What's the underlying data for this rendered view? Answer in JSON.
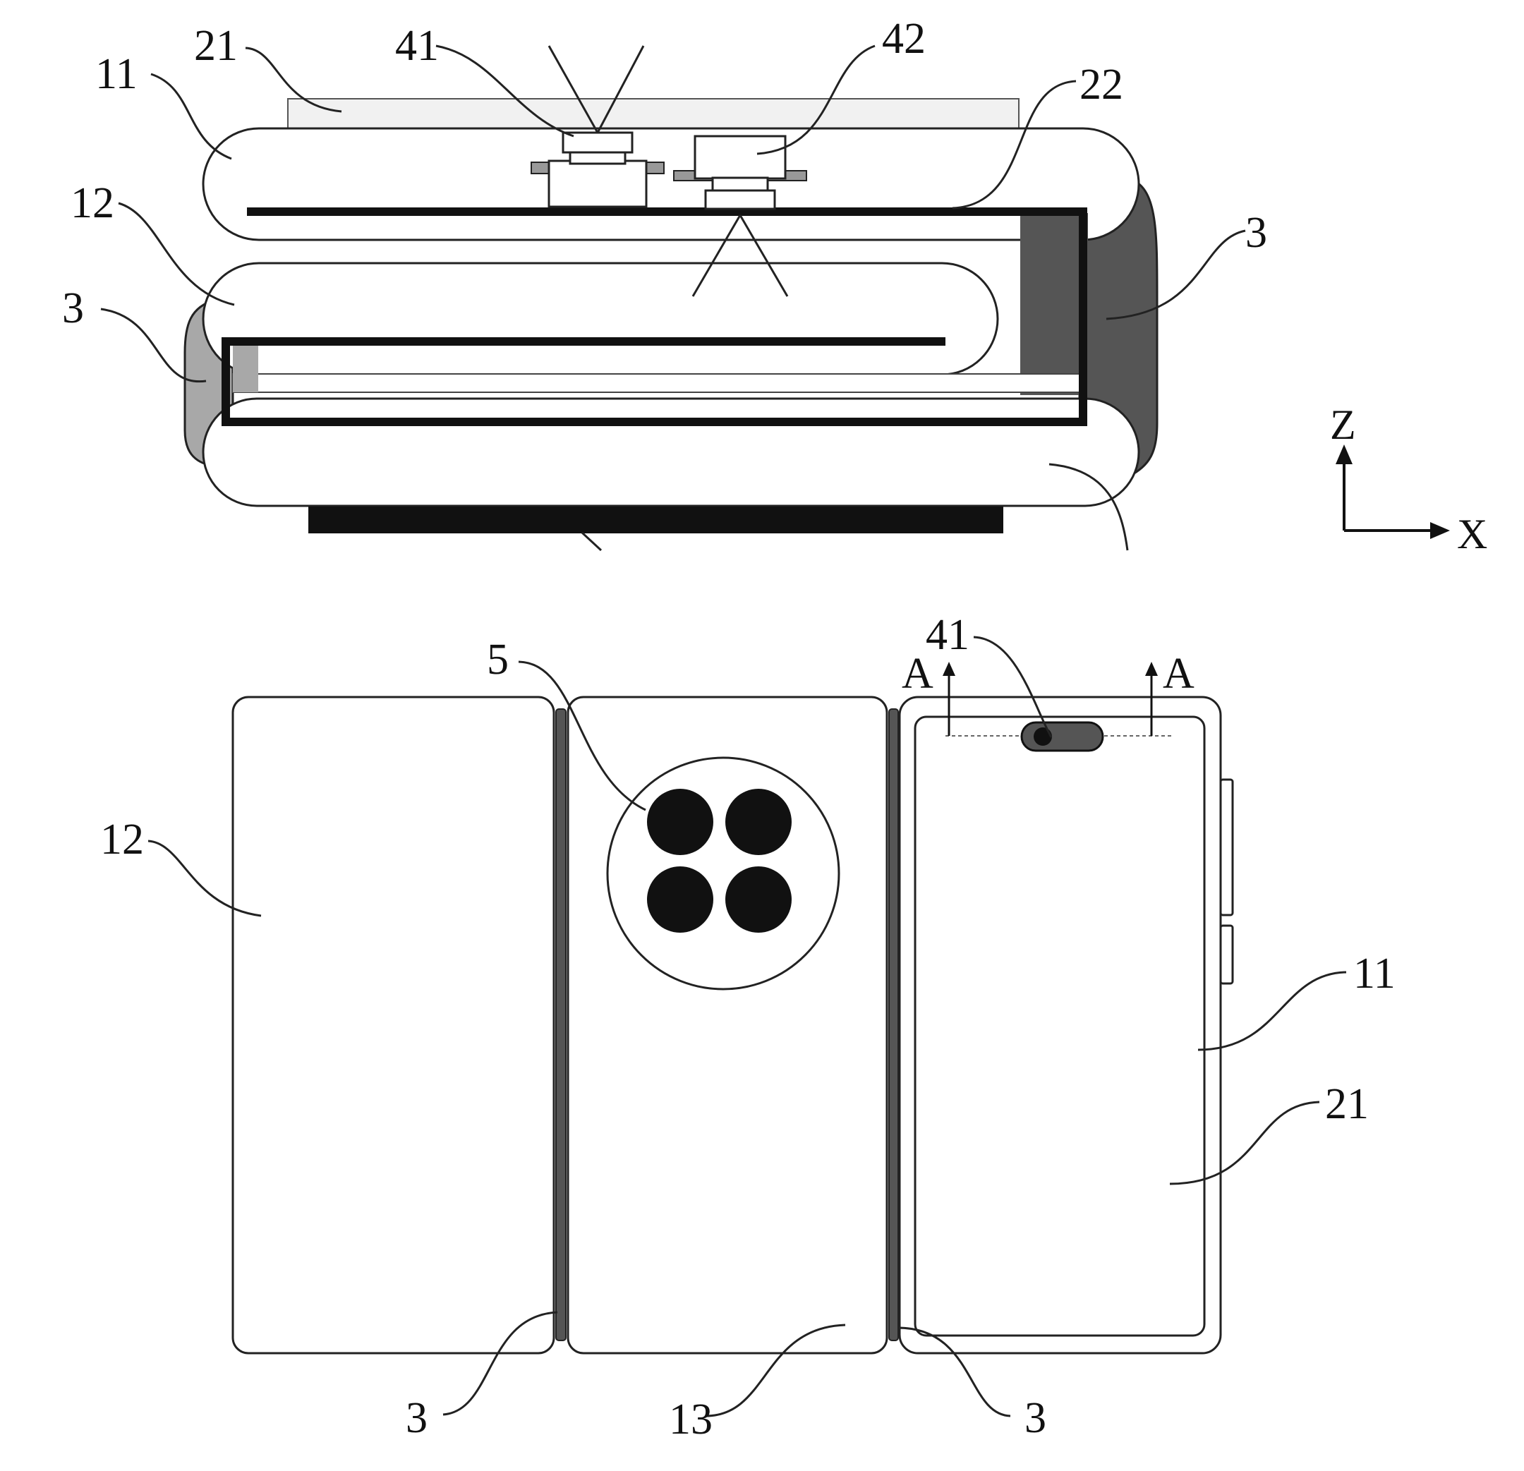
{
  "colors": {
    "background": "#ffffff",
    "outline": "#222222",
    "bold_line": "#111111",
    "hinge_fill": "#555555",
    "hinge_light": "#a8a8a8",
    "cover_fill": "#f1f1f1"
  },
  "top_view": {
    "refs": {
      "r21": "21",
      "r41": "41",
      "r42": "42",
      "r11": "11",
      "r22": "22",
      "r12": "12",
      "r3_left": "3",
      "r3_right": "3"
    },
    "axes": {
      "z": "Z",
      "x": "X"
    }
  },
  "bottom_view": {
    "refs": {
      "r41": "41",
      "r5": "5",
      "r12": "12",
      "r11": "11",
      "r21": "21",
      "r3_left": "3",
      "r13": "13",
      "r3_right": "3"
    },
    "section": {
      "left": "A",
      "right": "A"
    }
  }
}
